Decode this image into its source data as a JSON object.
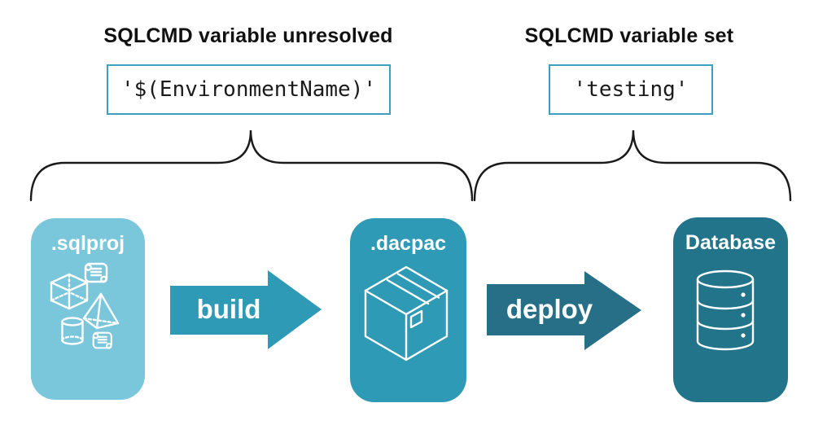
{
  "annotations": {
    "left": {
      "title": "SQLCMD variable unresolved",
      "code": "'$(EnvironmentName)'"
    },
    "right": {
      "title": "SQLCMD variable set",
      "code": "'testing'"
    }
  },
  "pipeline": {
    "stages": [
      {
        "label": ".sqlproj",
        "icon": "sql-objects-icon",
        "color": "#7ac6da"
      },
      {
        "label": ".dacpac",
        "icon": "package-icon",
        "color": "#2e9ab5"
      },
      {
        "label": "Database",
        "icon": "database-icon",
        "color": "#21748a"
      }
    ],
    "arrows": [
      {
        "label": "build",
        "color": "#2e9ab5"
      },
      {
        "label": "deploy",
        "color": "#276f87"
      }
    ]
  },
  "colors": {
    "background": "#ffffff",
    "heading_text": "#111111",
    "code_text": "#1b1b1b",
    "code_box_border": "#3da0be",
    "brace_stroke": "#1a1a1a",
    "icon_stroke": "#ffffff",
    "stage_label_text": "#ffffff"
  }
}
